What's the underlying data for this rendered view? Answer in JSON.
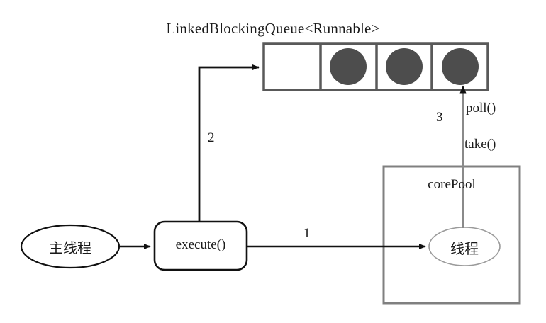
{
  "diagram": {
    "title": "LinkedBlockingQueue<Runnable>",
    "queue": {
      "name": "LinkedBlockingQueue<Runnable>",
      "cells": [
        {
          "index": 0,
          "filled": false
        },
        {
          "index": 1,
          "filled": true
        },
        {
          "index": 2,
          "filled": true
        },
        {
          "index": 3,
          "filled": true
        }
      ],
      "task_color": "#4d4d4d",
      "border_color": "#595959"
    },
    "nodes": {
      "main_thread": "主线程",
      "execute": "execute()",
      "core_pool": "corePool",
      "worker_thread": "线程"
    },
    "edges": [
      {
        "id": "1",
        "label": "1",
        "from": "execute",
        "to": "worker_thread",
        "notes": ""
      },
      {
        "id": "2",
        "label": "2",
        "from": "execute",
        "to": "queue",
        "notes": ""
      },
      {
        "id": "3",
        "label": "3",
        "from": "worker_thread",
        "to": "queue",
        "notes": "poll() / take()"
      }
    ],
    "annotations": {
      "poll": "poll()",
      "take": "take()"
    },
    "colors": {
      "stroke_dark": "#111111",
      "stroke_gray": "#7a7a7a",
      "task_fill": "#4d4d4d",
      "background": "#ffffff"
    }
  }
}
